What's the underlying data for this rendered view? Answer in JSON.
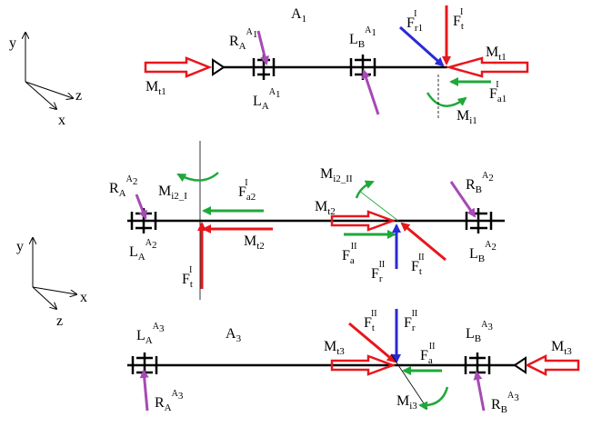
{
  "colors": {
    "red": "#e8161b",
    "green": "#1fa83a",
    "blue": "#2a2ad6",
    "purple": "#a64ab4",
    "black": "#000000",
    "hollow_arrow": "#e8161b"
  },
  "axes_top": {
    "y": "y",
    "z": "z",
    "x": "x"
  },
  "axes_bottom": {
    "y": "y",
    "x": "x",
    "z": "z"
  },
  "shaft1": {
    "shaft_name": {
      "base": "A",
      "sub": "1"
    },
    "torque_in": {
      "base": "M",
      "sub": "t1"
    },
    "torque_out": {
      "base": "M",
      "sub": "t1"
    },
    "R_A": {
      "base": "R",
      "sub": "A",
      "sup": "A",
      "supsub": "1"
    },
    "L_A": {
      "base": "L",
      "sub": "A",
      "sup": "A",
      "supsub": "1"
    },
    "L_B": {
      "base": "L",
      "sub": "B",
      "sup": "A",
      "supsub": "1"
    },
    "F_r": {
      "base": "F",
      "sub": "r1",
      "sup": "I"
    },
    "F_t": {
      "base": "F",
      "sub": "t",
      "sup": "I"
    },
    "F_a": {
      "base": "F",
      "sub": "a1",
      "sup": "I"
    },
    "M_i": {
      "base": "M",
      "sub": "i1"
    }
  },
  "shaft2": {
    "R_A": {
      "base": "R",
      "sub": "A",
      "sup": "A",
      "supsub": "2"
    },
    "R_B": {
      "base": "R",
      "sub": "B",
      "sup": "A",
      "supsub": "2"
    },
    "L_A": {
      "base": "L",
      "sub": "A",
      "sup": "A",
      "supsub": "2"
    },
    "L_B": {
      "base": "L",
      "sub": "B",
      "sup": "A",
      "supsub": "2"
    },
    "M_i_I": {
      "base": "M",
      "sub": "i2_I"
    },
    "M_i_II": {
      "base": "M",
      "sub": "i2_II"
    },
    "F_a_I": {
      "base": "F",
      "sub": "a2",
      "sup": "I"
    },
    "F_t_I": {
      "base": "F",
      "sub": "t",
      "sup": "I"
    },
    "M_t_left": {
      "base": "M",
      "sub": "t2"
    },
    "M_t_mid": {
      "base": "M",
      "sub": "t2"
    },
    "F_a_II": {
      "base": "F",
      "sub": "a",
      "sup": "II"
    },
    "F_r_II": {
      "base": "F",
      "sub": "r",
      "sup": "II"
    },
    "F_t_II": {
      "base": "F",
      "sub": "t",
      "sup": "II"
    }
  },
  "shaft3": {
    "shaft_name": {
      "base": "A",
      "sub": "3"
    },
    "L_A": {
      "base": "L",
      "sub": "A",
      "sup": "A",
      "supsub": "3"
    },
    "L_B": {
      "base": "L",
      "sub": "B",
      "sup": "A",
      "supsub": "3"
    },
    "R_A": {
      "base": "R",
      "sub": "A",
      "sup": "A",
      "supsub": "3"
    },
    "R_B": {
      "base": "R",
      "sub": "B",
      "sup": "A",
      "supsub": "3"
    },
    "M_t_mid": {
      "base": "M",
      "sub": "t3"
    },
    "M_t_right": {
      "base": "M",
      "sub": "t3"
    },
    "F_t_II": {
      "base": "F",
      "sub": "t",
      "sup": "II"
    },
    "F_r_II": {
      "base": "F",
      "sub": "r",
      "sup": "II"
    },
    "F_a_II": {
      "base": "F",
      "sub": "a",
      "sup": "II"
    },
    "M_i": {
      "base": "M",
      "sub": "i3"
    }
  }
}
